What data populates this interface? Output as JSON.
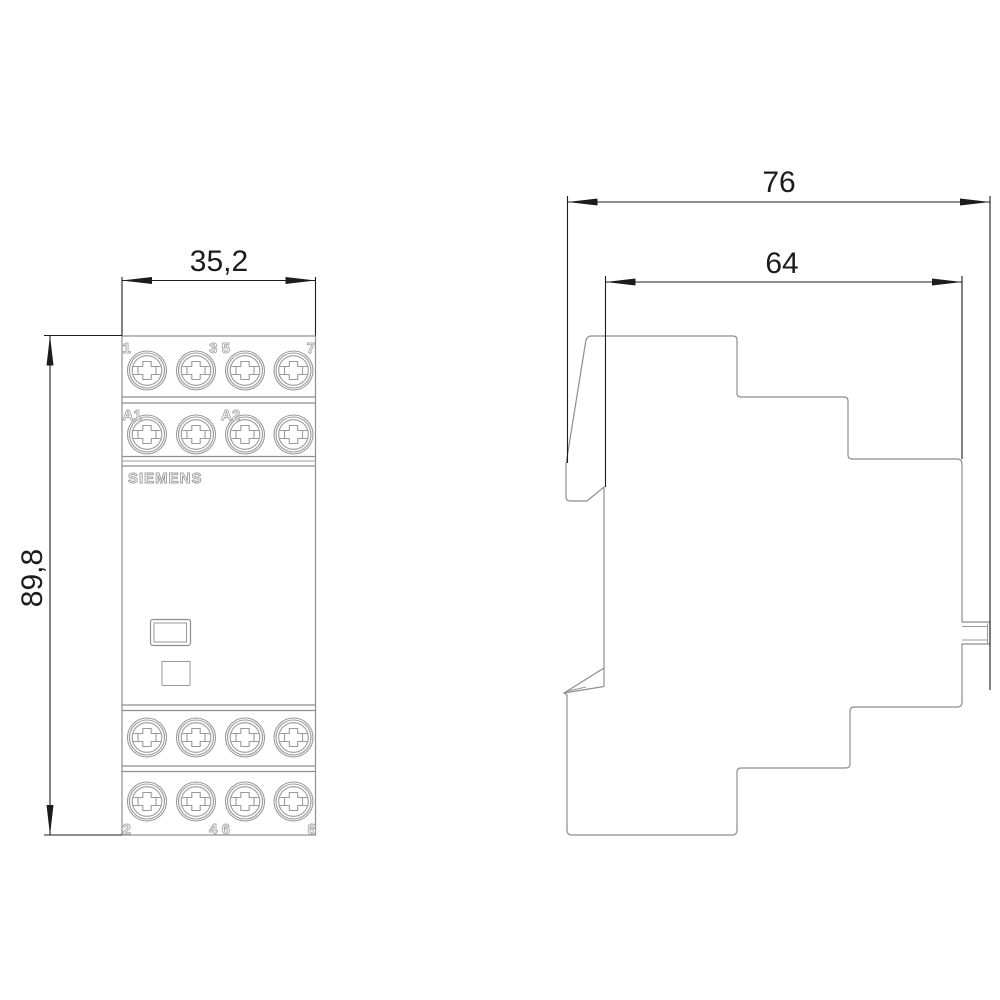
{
  "drawing": {
    "type": "technical-dimension-drawing",
    "brand": "SIEMENS",
    "colors": {
      "background": "#ffffff",
      "device_outline": "#8e8e8e",
      "dimension_lines": "#1c1c1c",
      "terminal_labels": "#a8a8a8"
    },
    "dims": {
      "front_width_mm": "35,2",
      "front_height_mm": "89,8",
      "side_depth_total_mm": "76",
      "side_depth_body_mm": "64"
    },
    "front": {
      "row1_labels": [
        "1",
        "3 5",
        "7"
      ],
      "coil_labels": [
        "A1",
        "A2"
      ],
      "bottom_labels": [
        "2",
        "4 6",
        "8"
      ]
    }
  }
}
